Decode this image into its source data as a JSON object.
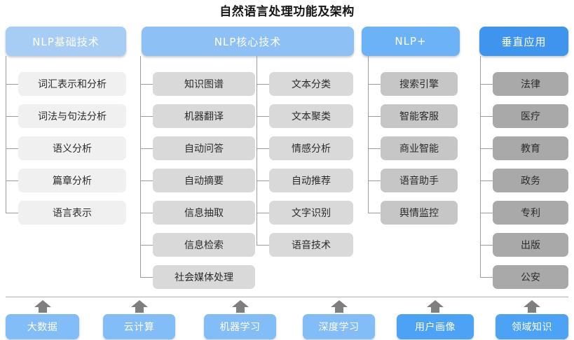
{
  "title": "自然语言处理功能及架构",
  "colors": {
    "head_1": "#a8cdf4",
    "head_2": "#8dc0f5",
    "head_3": "#6cb2f7",
    "head_4": "#3f95ee",
    "node_1": "#f0f0f0",
    "node_2": "#d9d9d9",
    "node_3": "#c6c6c6",
    "node_4": "#a9a9a9",
    "foundation": "#83bdf8",
    "foundation_dark": "#4ca2f5",
    "line": "#9b9b9b",
    "arrow": "#7f7f7f",
    "title_text": "#161616"
  },
  "pillars": [
    {
      "id": "nlp-basic",
      "head": "NLP基础技术",
      "columns": [
        {
          "items": [
            "词汇表示和分析",
            "词法与句法分析",
            "语义分析",
            "篇章分析",
            "语言表示"
          ]
        }
      ]
    },
    {
      "id": "nlp-core",
      "head": "NLP核心技术",
      "columns": [
        {
          "items": [
            "知识图谱",
            "机器翻译",
            "自动问答",
            "自动摘要",
            "信息抽取",
            "信息检索",
            "社会媒体处理"
          ]
        },
        {
          "items": [
            "文本分类",
            "文本聚类",
            "情感分析",
            "自动推荐",
            "文字识别",
            "语音技术"
          ]
        }
      ]
    },
    {
      "id": "nlp-plus",
      "head": "NLP+",
      "columns": [
        {
          "items": [
            "搜索引擎",
            "智能客服",
            "商业智能",
            "语音助手",
            "舆情监控"
          ]
        }
      ]
    },
    {
      "id": "vertical-app",
      "head": "垂直应用",
      "columns": [
        {
          "items": [
            "法律",
            "医疗",
            "教育",
            "政务",
            "专利",
            "出版",
            "公安"
          ]
        }
      ]
    }
  ],
  "foundation": {
    "items": [
      "大数据",
      "云计算",
      "机器学习",
      "深度学习",
      "用户画像",
      "领域知识"
    ]
  },
  "watermark": ""
}
